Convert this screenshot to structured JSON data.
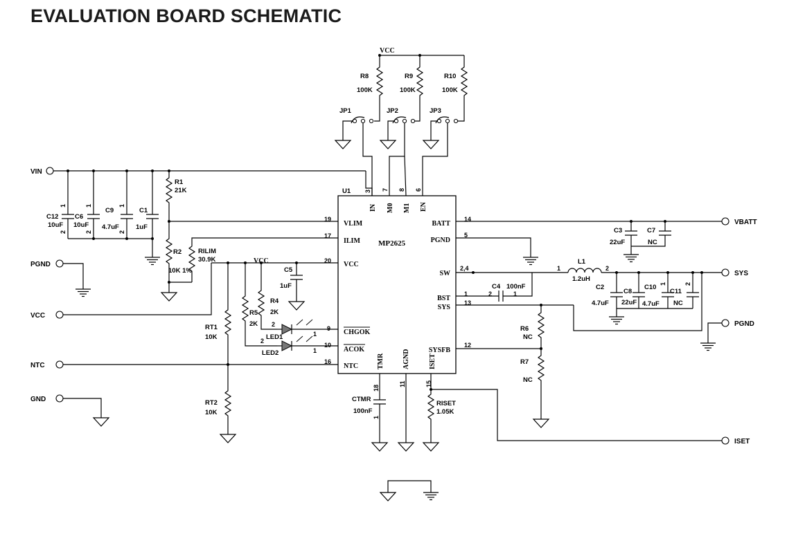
{
  "title": "EVALUATION BOARD SCHEMATIC",
  "ic": {
    "ref": "U1",
    "part": "MP2625",
    "pins": {
      "in": "IN",
      "m0": "M0",
      "m1": "M1",
      "en": "EN",
      "vlim": "VLIM",
      "ilim": "ILIM",
      "vcc": "VCC",
      "chgok": "CHGOK",
      "acok": "ACOK",
      "ntc": "NTC",
      "batt": "BATT",
      "pgnd": "PGND",
      "sw": "SW",
      "bst": "BST",
      "sys": "SYS",
      "sysfb": "SYSFB",
      "tmr": "TMR",
      "agnd": "AGND",
      "iset": "ISET"
    },
    "pin_numbers": {
      "in": "3",
      "m0": "7",
      "m1": "8",
      "en": "6",
      "vlim": "19",
      "ilim": "17",
      "vcc": "20",
      "chgok": "9",
      "acok": "10",
      "ntc": "16",
      "batt": "14",
      "pgnd": "5",
      "sw": "2,4",
      "bst": "1",
      "sys": "13",
      "sysfb": "12",
      "tmr": "18",
      "agnd": "11",
      "iset": "15"
    }
  },
  "nets": {
    "vin": "VIN",
    "pgnd": "PGND",
    "vcc": "VCC",
    "ntc": "NTC",
    "gnd": "GND",
    "vbatt": "VBATT",
    "sys": "SYS",
    "pgnd_right": "PGND",
    "iset": "ISET",
    "vcc_top": "VCC",
    "vcc_mid": "VCC"
  },
  "components": {
    "r8": {
      "ref": "R8",
      "value": "100K"
    },
    "r9": {
      "ref": "R9",
      "value": "100K"
    },
    "r10": {
      "ref": "R10",
      "value": "100K"
    },
    "jp1": {
      "ref": "JP1"
    },
    "jp2": {
      "ref": "JP2"
    },
    "jp3": {
      "ref": "JP3"
    },
    "r1": {
      "ref": "R1",
      "value": "21K"
    },
    "r2": {
      "ref": "R2",
      "value": "10K 1%"
    },
    "rilim": {
      "ref": "RILIM",
      "value": "30.9K"
    },
    "c12": {
      "ref": "C12",
      "value": "10uF"
    },
    "c6": {
      "ref": "C6",
      "value": "10uF"
    },
    "c9": {
      "ref": "C9",
      "value": "4.7uF"
    },
    "c1": {
      "ref": "C1",
      "value": "1uF"
    },
    "c5": {
      "ref": "C5",
      "value": "1uF"
    },
    "r5": {
      "ref": "R5",
      "value": "2K"
    },
    "r4": {
      "ref": "R4",
      "value": "2K"
    },
    "led1": {
      "ref": "LED1"
    },
    "led2": {
      "ref": "LED2"
    },
    "rt1": {
      "ref": "RT1",
      "value": "10K"
    },
    "rt2": {
      "ref": "RT2",
      "value": "10K"
    },
    "ctmr": {
      "ref": "CTMR",
      "value": "100nF"
    },
    "riset": {
      "ref": "RISET",
      "value": "1.05K"
    },
    "c3": {
      "ref": "C3",
      "value": "22uF"
    },
    "c7": {
      "ref": "C7",
      "value": "NC"
    },
    "l1": {
      "ref": "L1",
      "value": "1.2uH"
    },
    "c4": {
      "ref": "C4",
      "value": "100nF"
    },
    "c2": {
      "ref": "C2",
      "value": "4.7uF"
    },
    "c8": {
      "ref": "C8",
      "value": "22uF"
    },
    "c10": {
      "ref": "C10",
      "value": "4.7uF"
    },
    "c11": {
      "ref": "C11",
      "value": "NC"
    },
    "r6": {
      "ref": "R6",
      "value": "NC"
    },
    "r7": {
      "ref": "R7",
      "value": "NC"
    }
  },
  "terminal_numbers": {
    "one": "1",
    "two": "2"
  }
}
